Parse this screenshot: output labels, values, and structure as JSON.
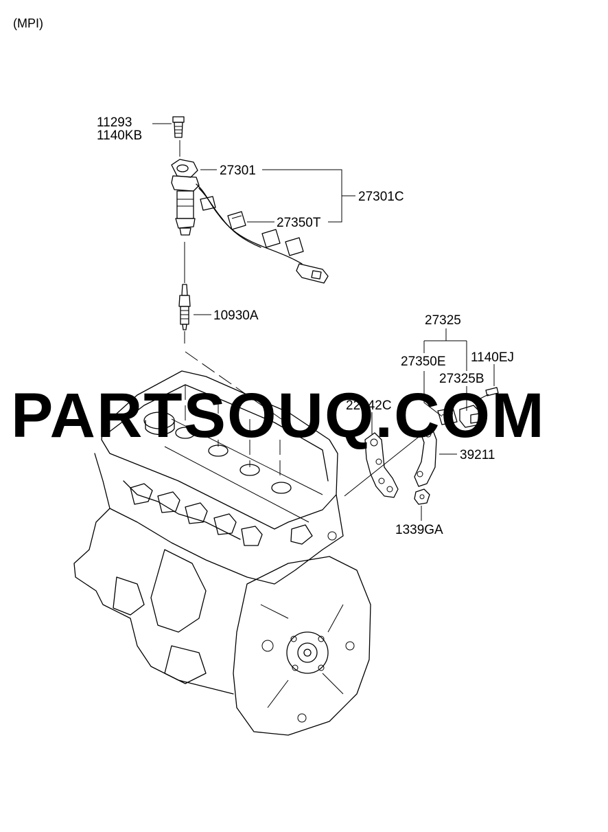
{
  "header": {
    "variant": "(MPI)"
  },
  "watermark": {
    "text": "PARTSOUQ.COM"
  },
  "callouts": {
    "bolt_a": "11293",
    "bolt_b": "1140KB",
    "ignition_coil": "27301",
    "coil_assembly": "27301C",
    "harness": "27350T",
    "spark_plug": "10930A",
    "sensor_group": "27325",
    "sensor_connector": "27350E",
    "bolt_c": "1140EJ",
    "sensor": "27325B",
    "bracket_a": "22342C",
    "bracket_b": "39211",
    "nut": "1339GA"
  },
  "colors": {
    "ink": "#000000",
    "watermark": "#c9c9c9",
    "background": "#ffffff"
  }
}
